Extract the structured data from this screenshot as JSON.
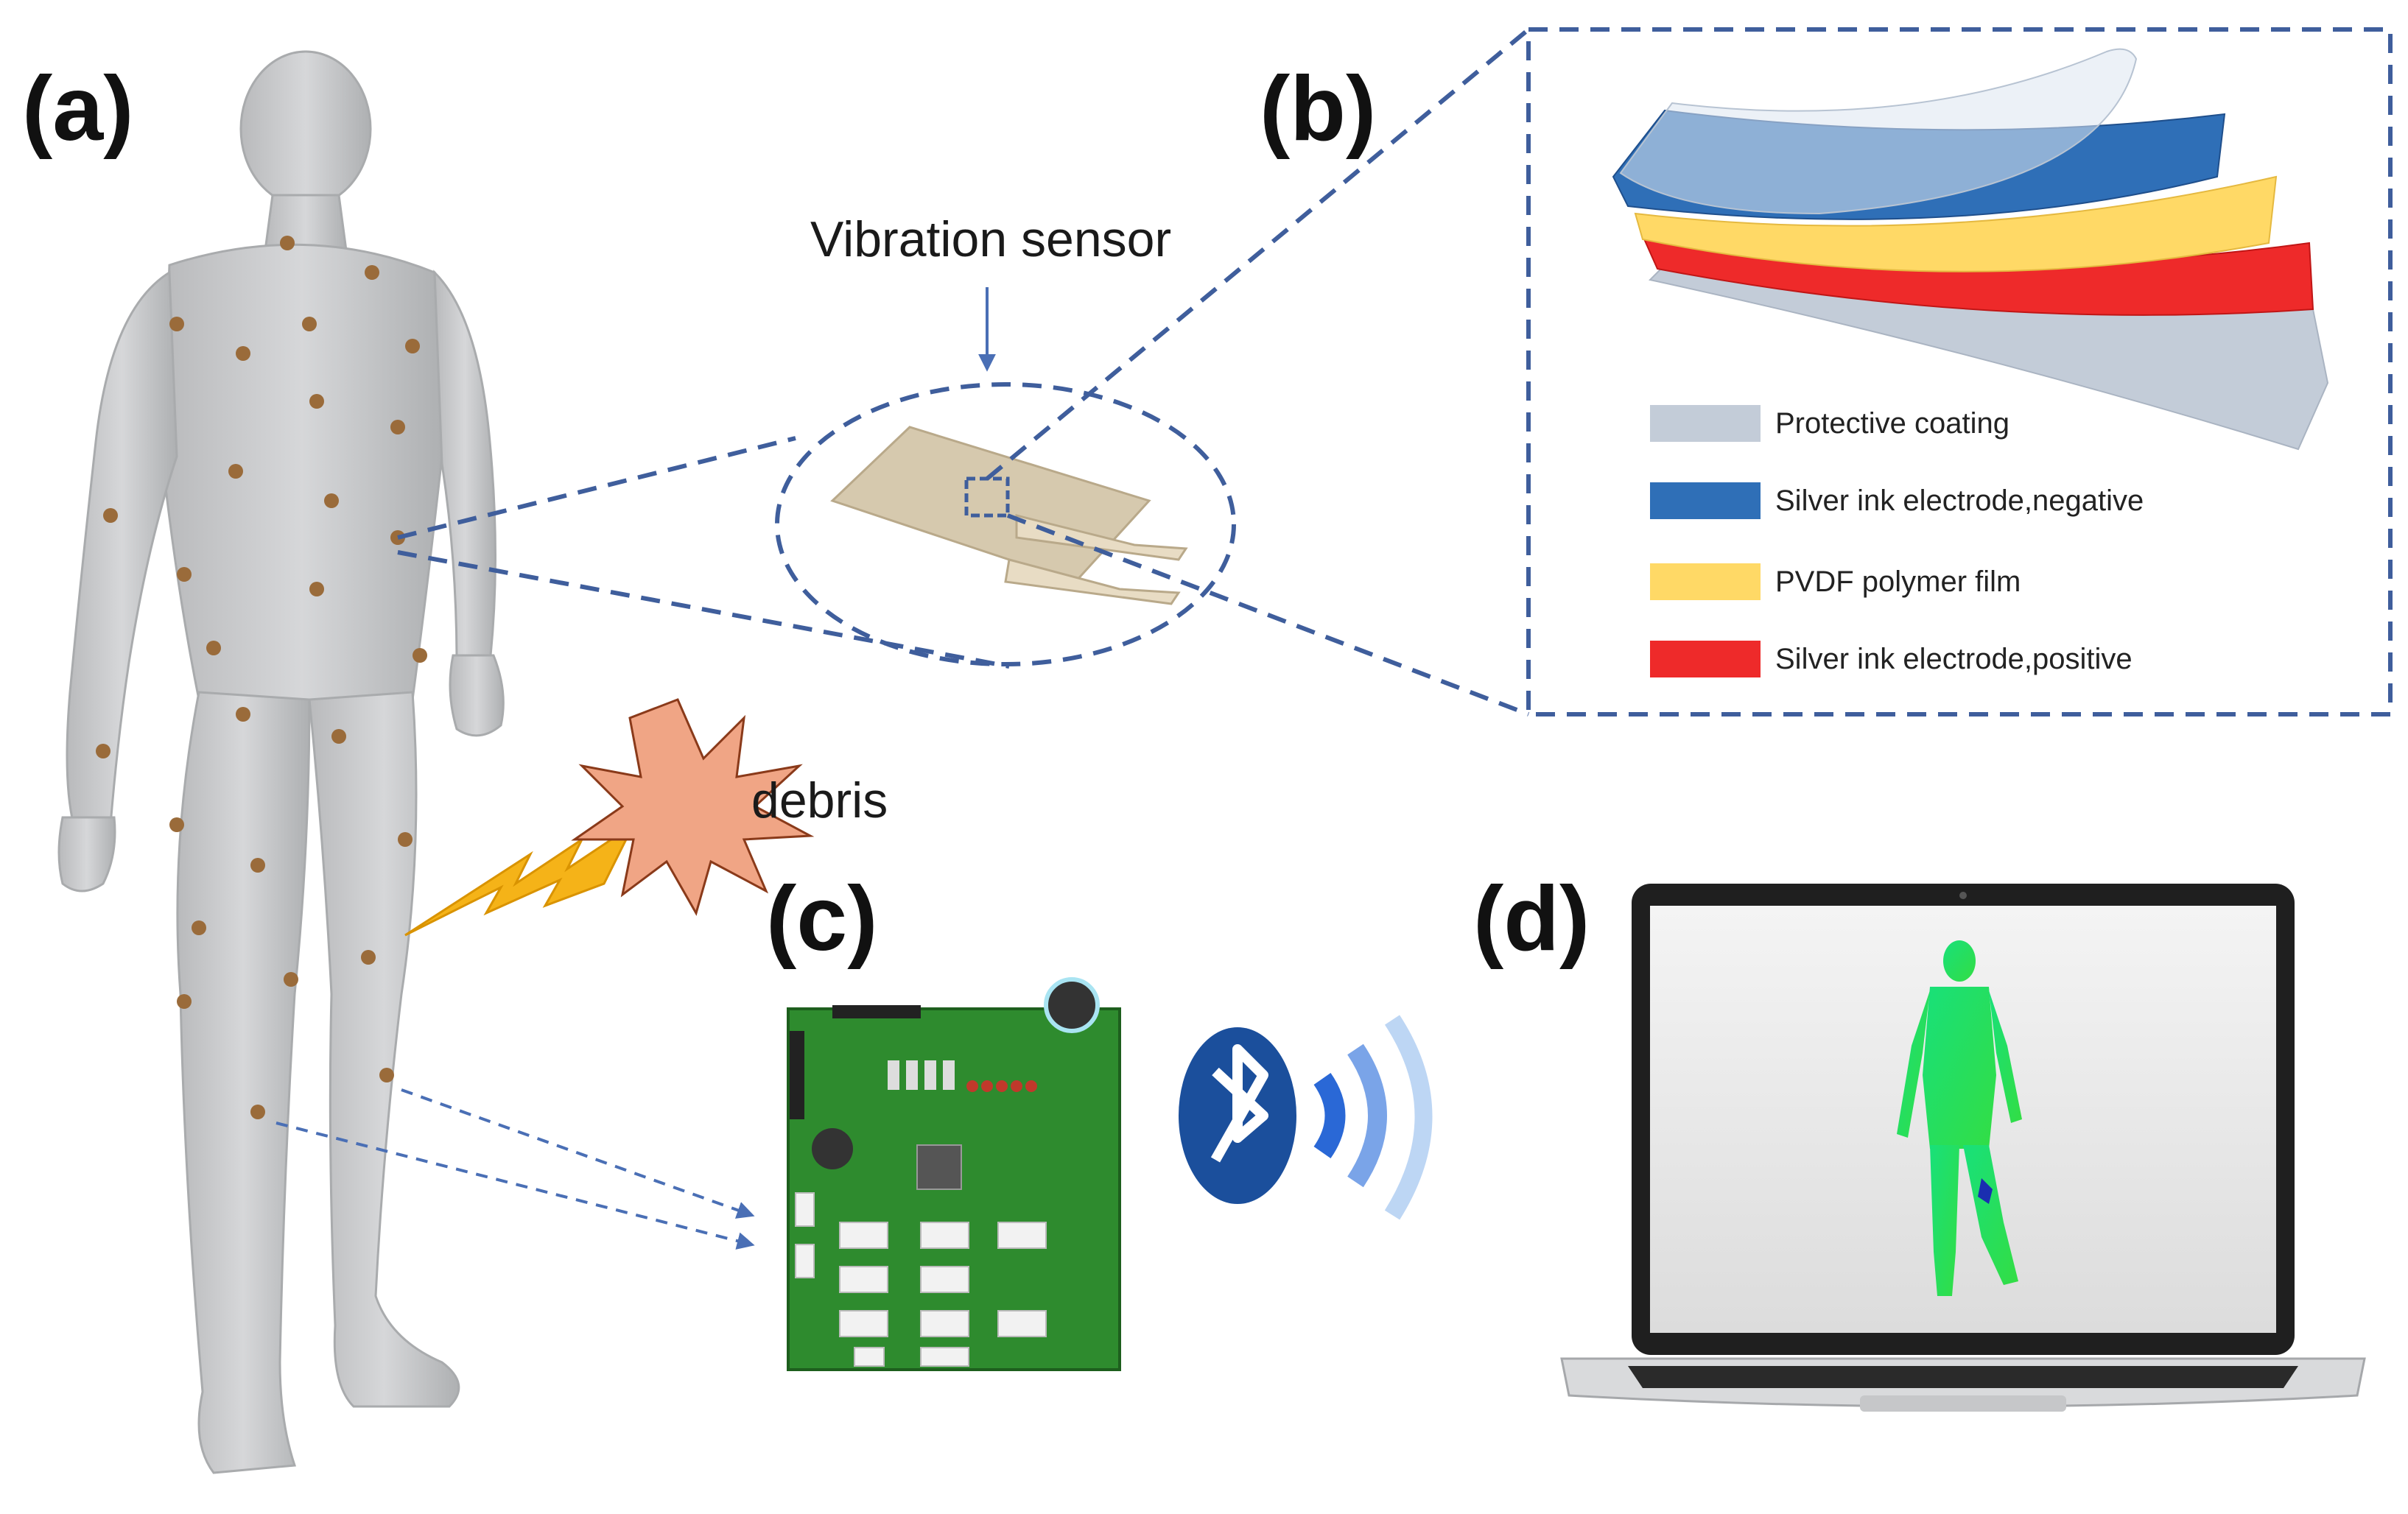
{
  "panels": {
    "a": "(a)",
    "b": "(b)",
    "c": "(c)",
    "d": "(d)"
  },
  "labels": {
    "vibration_sensor": "Vibration sensor",
    "debris": "debris"
  },
  "legend": [
    {
      "label": "Protective coating",
      "color": "#c3ccd8"
    },
    {
      "label": "Silver ink electrode,negative",
      "color": "#2f6fb7"
    },
    {
      "label": "PVDF polymer film",
      "color": "#ffd966"
    },
    {
      "label": "Silver ink electrode,positive",
      "color": "#ee2a2a"
    }
  ],
  "colors": {
    "human": "#c8c9cb",
    "sensor_dot": "#9a6b3a",
    "dashed_line": "#3f5e9c",
    "debris_burst": "#f0a585",
    "lightning": "#f5b318",
    "pcb": "#2e8b2e",
    "bluetooth": "#1b4f9c",
    "screen_body": "#22dd66"
  },
  "icons": [
    "human-model-icon",
    "sensor-film-icon",
    "debris-burst-icon",
    "lightning-icon",
    "circuit-board-icon",
    "bluetooth-icon",
    "wireless-signal-icon",
    "laptop-icon"
  ]
}
